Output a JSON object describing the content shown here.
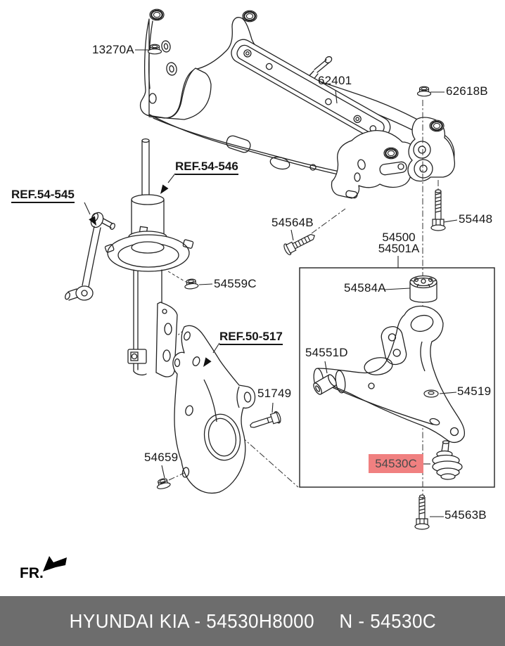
{
  "labels": {
    "13270A": "13270A",
    "62401": "62401",
    "62618B": "62618B",
    "ref54546": "REF.54-546",
    "ref54545": "REF.54-545",
    "54564B": "54564B",
    "55448": "55448",
    "54500": "54500",
    "54501A": "54501A",
    "54584A": "54584A",
    "54559C": "54559C",
    "ref50517": "REF.50-517",
    "51749": "51749",
    "54551D": "54551D",
    "54519": "54519",
    "54659": "54659",
    "54530C": "54530C",
    "54563B": "54563B"
  },
  "highlight": {
    "part_number": "54530C",
    "color": "#f08080",
    "style": "background:#f08080"
  },
  "direction": {
    "label": "FR."
  },
  "footer": {
    "left_text": "HYUNDAI  KIA - 54530H8000",
    "right_text": "N - 54530C",
    "background": "#6d6d6d",
    "text_color": "#ffffff",
    "style": "background:#6d6d6d"
  }
}
